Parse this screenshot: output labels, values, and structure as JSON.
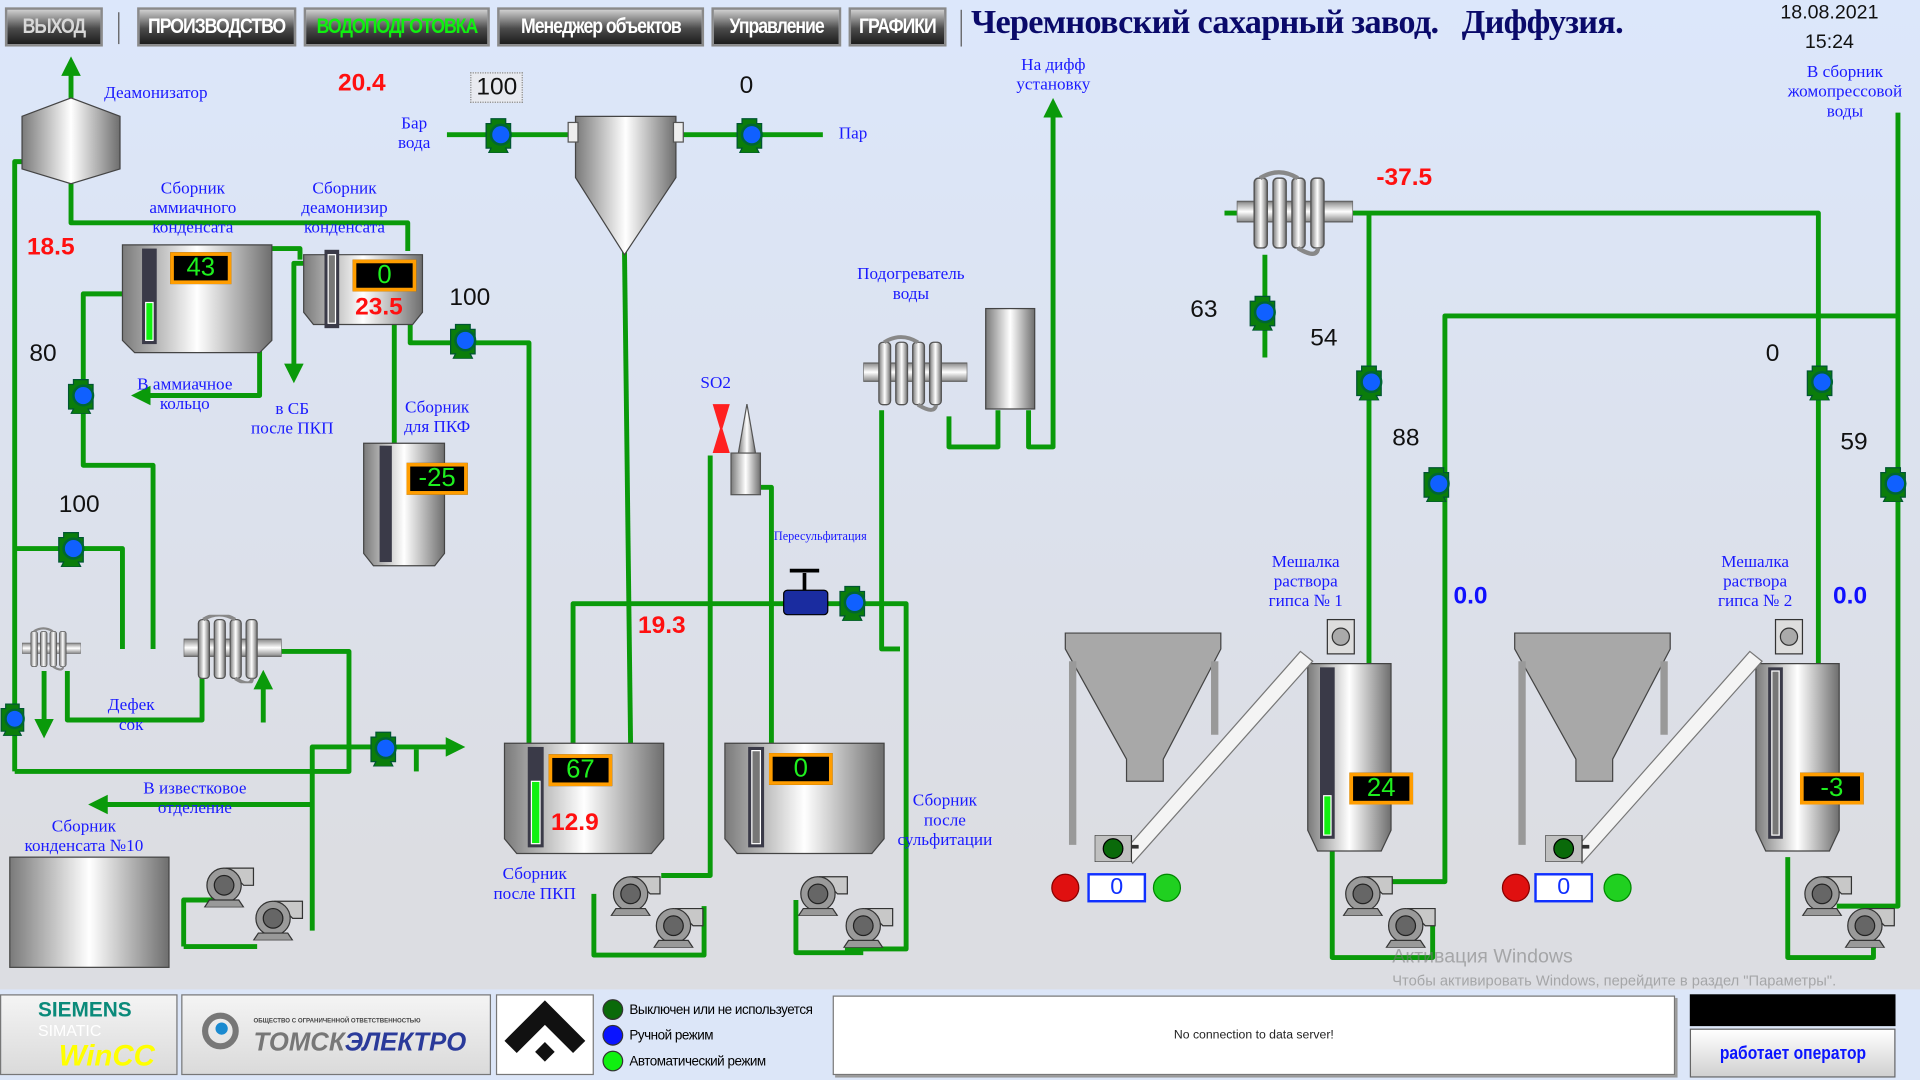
{
  "nav": {
    "exit": "ВЫХОД",
    "production": "ПРОИЗВОДСТВО",
    "water": "ВОДОПОДГОТОВКА",
    "objects": "Менеджер объектов",
    "control": "Управление",
    "charts": "ГРАФИКИ",
    "active": "ВОДОПОДГОТОВКА"
  },
  "header": {
    "title": "Черемновский сахарный завод.   Диффузия.",
    "date": "18.08.2021",
    "time": "15:24"
  },
  "labels": {
    "deamonizer": "Деамонизатор",
    "bar_water": "Бар\nвода",
    "steam": "Пар",
    "ammonia_collector": "Сборник\nаммиачного\nконденсата",
    "deamon_collector": "Сборник\nдеамонизир\nконденсата",
    "to_ammonia_ring": "В аммиачное\nкольцо",
    "to_sb": "в СБ\nпосле ПКП",
    "pkf_collector": "Сборник\nдля ПКФ",
    "defek_juice": "Дефек\nсок",
    "to_lime": "В известковое\nотделение",
    "condensate10": "Сборник\nконденсата №10",
    "after_pkp": "Сборник\nпосле ПКП",
    "after_sulf": "Сборник\nпосле\nсульфитации",
    "so2": "SO2",
    "resulf": "Пересульфитация",
    "water_heater": "Подогреватель\nводы",
    "to_diff": "На дифф\nустановку",
    "to_press_water": "В сборник\nжомопрессовой\nводы",
    "mixer1": "Мешалка\nраствора\nгипса № 1",
    "mixer2": "Мешалка\nраствора\nгипса № 2"
  },
  "temps": {
    "t_top": "20.4",
    "t_left": "18.5",
    "t_deamon": "23.5",
    "t_pkp": "12.9",
    "t_mid": "19.3",
    "t_right": "-37.5"
  },
  "pump_values": {
    "bar_water_setpoint": "100",
    "steam": "0",
    "deamon_pump": "100",
    "ammonia_pump": "80",
    "left_pump": "100",
    "right_63": "63",
    "right_54": "54",
    "right_0": "0",
    "right_88": "88",
    "right_59": "59"
  },
  "flows": {
    "mixer1_flow": "0.0",
    "mixer2_flow": "0.0"
  },
  "levels": {
    "ammonia": "43",
    "deamon": "0",
    "pkf": "-25",
    "after_pkp": "67",
    "after_sulf": "0",
    "mixer1": "24",
    "mixer2": "-3"
  },
  "level_fill": {
    "ammonia": 43,
    "after_pkp": 67,
    "mixer1": 24
  },
  "conveyors": {
    "c1_value": "0",
    "c2_value": "0"
  },
  "footer": {
    "siemens": "SIEMENS",
    "simatic": "SIMATIC",
    "wincc": "WinCC",
    "tomsk_small": "ОБЩЕСТВО С ОГРАНИЧЕННОЙ ОТВЕТСТВЕННОСТЬЮ",
    "tomsk_1": "ТОМСК",
    "tomsk_2": "ЭЛЕКТРО",
    "legend": [
      {
        "label": "Выключен или не используется",
        "color": "#0a6a0a"
      },
      {
        "label": "Ручной режим",
        "color": "#0a14ff"
      },
      {
        "label": "Автоматический режим",
        "color": "#10f010"
      }
    ],
    "message": "No connection to data server!",
    "operator": "работает оператор"
  },
  "watermark": {
    "line1": "Активация Windows",
    "line2": "Чтобы активировать Windows, перейдите в раздел \"Параметры\"."
  },
  "colors": {
    "pipe": "#0a9a0a",
    "pump_body": "#0a7a0a",
    "pump_manual": "#1060ff",
    "alarm_red": "#ff1010",
    "display_border": "#ff9d00"
  }
}
